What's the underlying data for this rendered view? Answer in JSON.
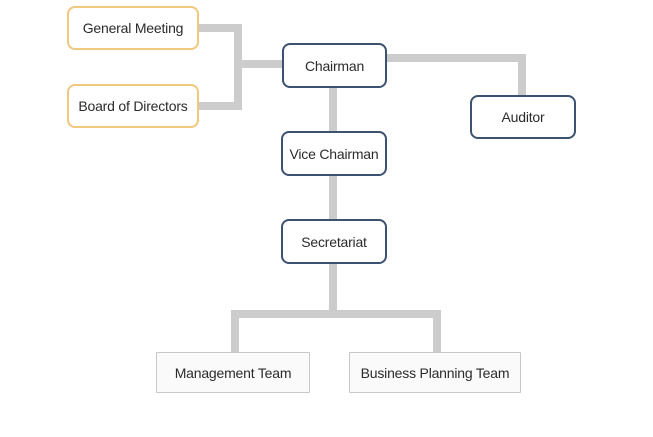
{
  "org_chart": {
    "nodes": {
      "general_meeting": "General Meeting",
      "board_of_directors": "Board of Directors",
      "chairman": "Chairman",
      "auditor": "Auditor",
      "vice_chairman": "Vice Chairman",
      "secretariat": "Secretariat",
      "management_team": "Management Team",
      "business_planning_team": "Business Planning Team"
    },
    "colors": {
      "connector": "#cccccc",
      "outer_border": "#f2c77e",
      "exec_border": "#3b5270",
      "team_border": "#c8c8c8"
    }
  }
}
